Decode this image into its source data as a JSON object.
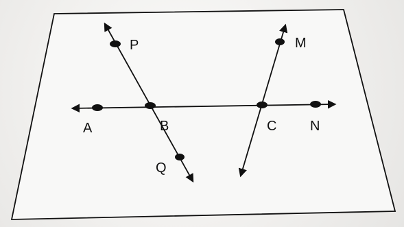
{
  "figure": {
    "points": {
      "P": "P",
      "M": "M",
      "A": "A",
      "B": "B",
      "C": "C",
      "N": "N",
      "Q": "Q"
    }
  },
  "style": {
    "ink": "#111111",
    "paper": "#f6f6f5"
  }
}
